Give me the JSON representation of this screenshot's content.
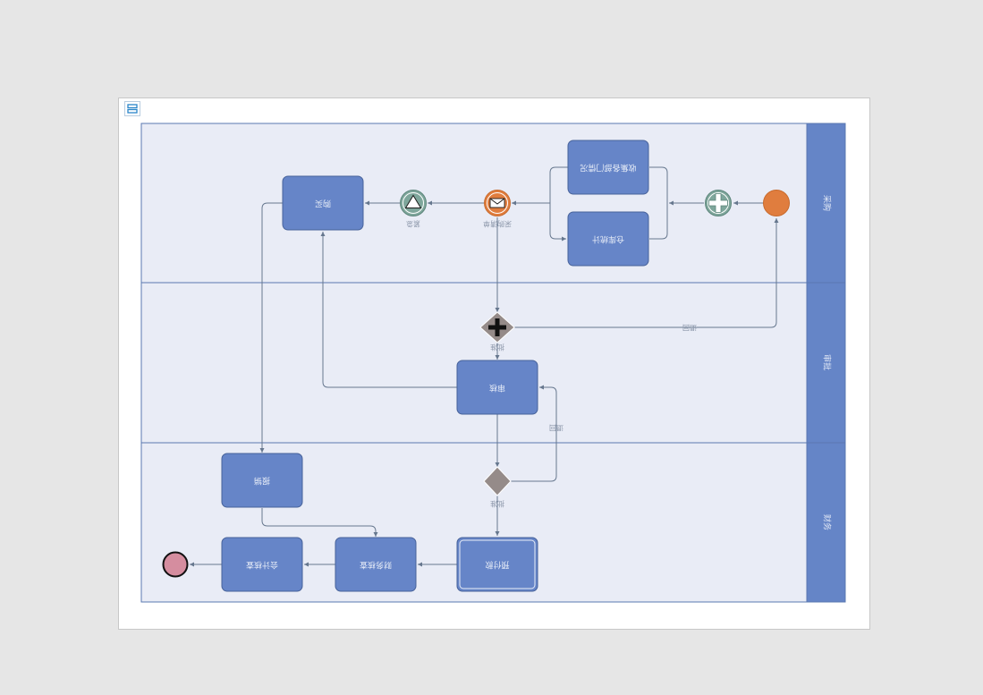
{
  "colors": {
    "canvas": "#e6e6e6",
    "page": "#ffffff",
    "pool_fill": "#e9ecf6",
    "pool_stroke": "#5a78b0",
    "lane_header": "#6585c7",
    "task_fill": "#6685c8",
    "task_stroke": "#47629a",
    "task_text": "#e9eef8",
    "edge": "#66778e",
    "event_orange": "#e07d3e",
    "event_teal": "#7ea69b",
    "gateway_grey": "#958b89",
    "end_event": "#d58d9f"
  },
  "toolbar": {
    "page_icon": "page-layout-icon"
  },
  "lanes": [
    {
      "id": "lane-top",
      "label": "采购"
    },
    {
      "id": "lane-mid",
      "label": "审批"
    },
    {
      "id": "lane-bottom",
      "label": "财务"
    }
  ],
  "tasks": {
    "collect_dept": "收集各部门情况",
    "warehouse_stats": "仓库统计",
    "purchase": "购买",
    "review": "审核",
    "reimburse": "报销",
    "prepay": "预付款",
    "finance_check": "财务核查",
    "accounting_check": "会计核查"
  },
  "event_labels": {
    "purchase_list": "采购清单",
    "urgent": "紧急"
  },
  "edge_labels": {
    "return_top": "退回",
    "approve_mid": "批准",
    "return_bottom": "退回",
    "approve_bottom": "批准"
  }
}
